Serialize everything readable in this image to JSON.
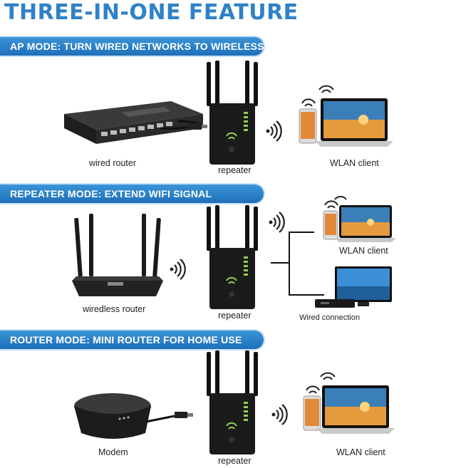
{
  "title": "THREE-IN-ONE FEATURE",
  "sections": [
    {
      "banner": "AP MODE: TURN WIRED NETWORKS TO WIRELESS",
      "labels": {
        "left": "wired router",
        "middle": "repeater",
        "right": "WLAN client"
      }
    },
    {
      "banner": "REPEATER MODE: EXTEND WIFI SIGNAL",
      "labels": {
        "left": "wiredless router",
        "middle": "repeater",
        "right_top": "WLAN client",
        "right_bottom": "Wired connection"
      }
    },
    {
      "banner": "ROUTER MODE: MINI ROUTER FOR HOME USE",
      "labels": {
        "left": "Modem",
        "middle": "repeater",
        "right": "WLAN client"
      }
    }
  ],
  "colors": {
    "accent": "#2f82c7",
    "banner": "#2a7fc6"
  }
}
